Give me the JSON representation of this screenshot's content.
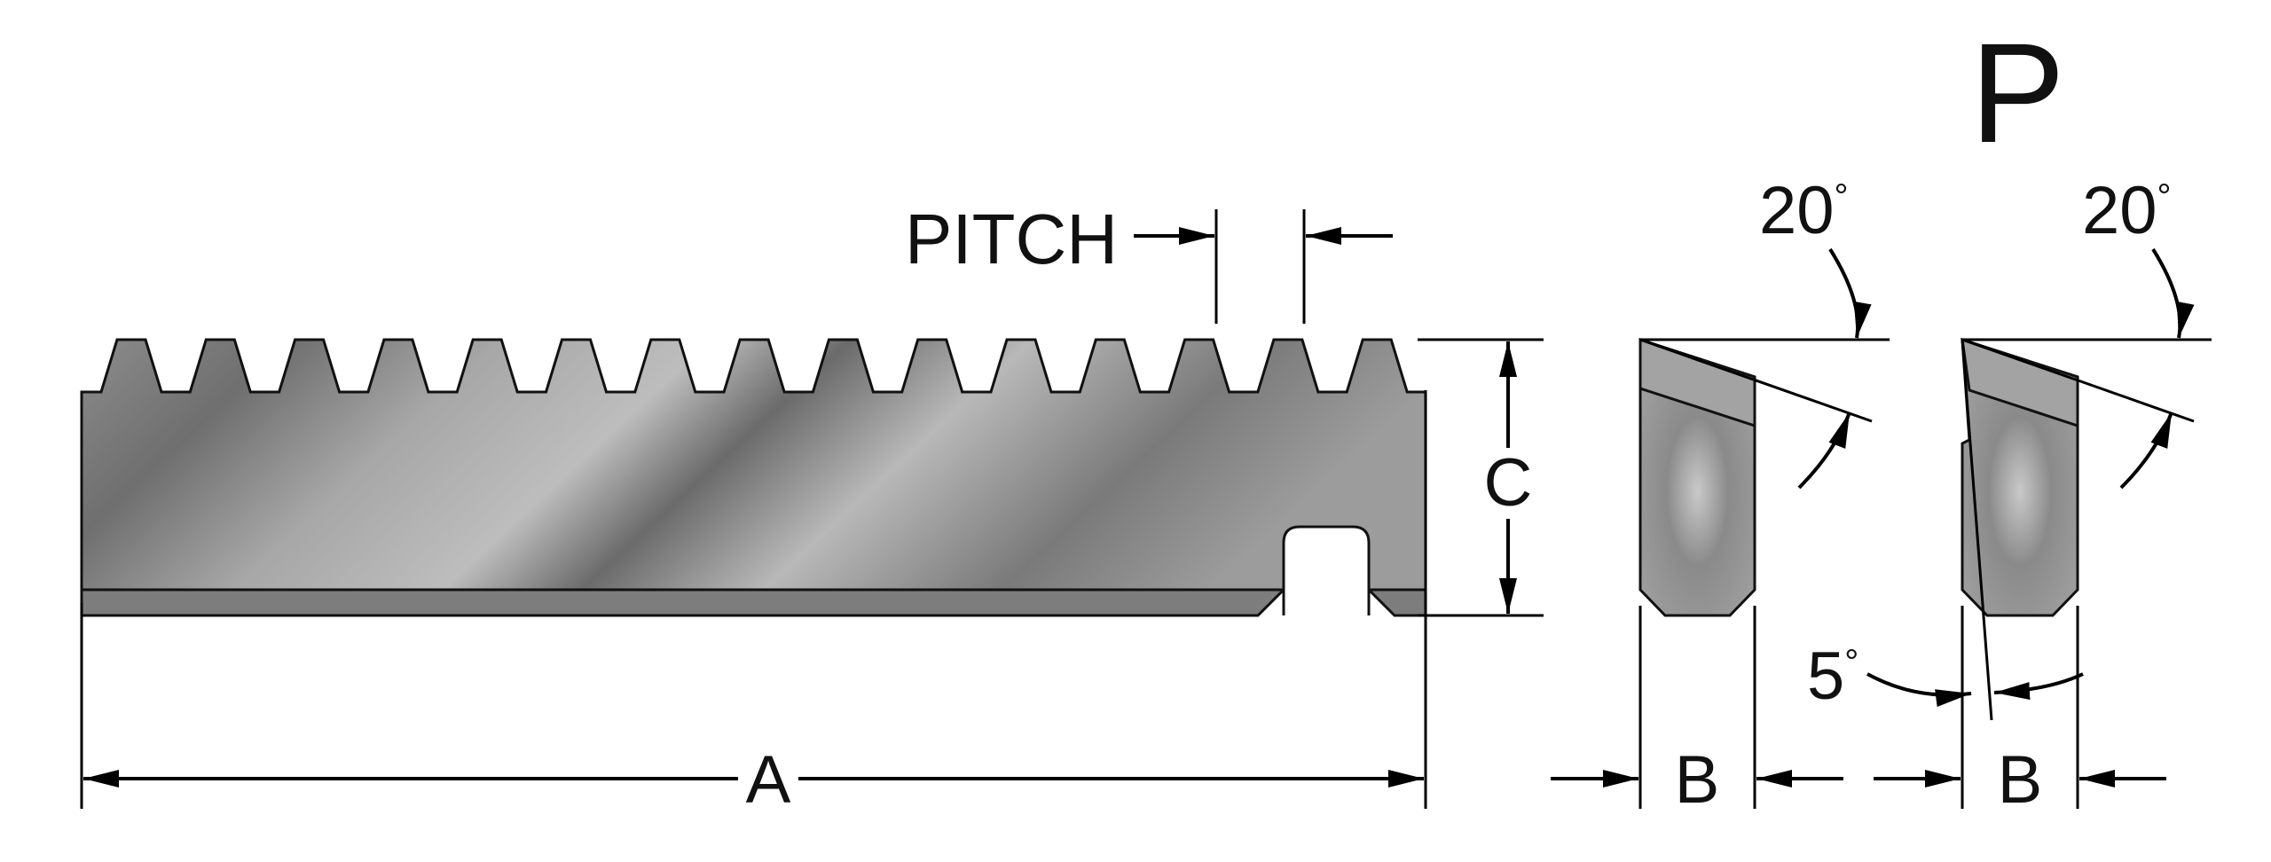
{
  "labels": {
    "pitch": "PITCH",
    "a": "A",
    "b_left": "B",
    "b_right": "B",
    "c": "C",
    "p": "P",
    "angle_left": "20",
    "angle_right": "20",
    "angle_small": "5",
    "degree": "°"
  },
  "colors": {
    "metal": "#9a9a9a",
    "metal_dark": "#6e6e6e",
    "metal_light": "#c4c4c4",
    "ink": "#000000"
  },
  "rack": {
    "tooth_count": 15
  }
}
